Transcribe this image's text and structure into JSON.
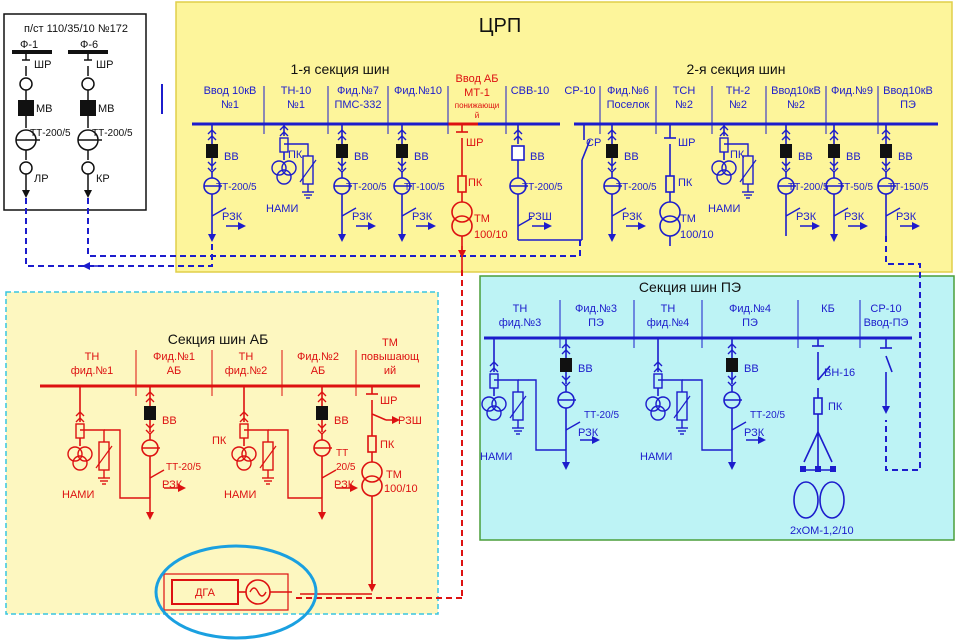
{
  "substation": {
    "title": "п/ст 110/35/10 №172",
    "feeder_1": "Ф-1",
    "feeder_6": "Ф-6",
    "shr_1": "ШР",
    "shr_6": "ШР",
    "mv_1": "МВ",
    "mv_6": "МВ",
    "tt_1": "ТТ-200/5",
    "tt_6": "ТТ-200/5",
    "lr": "ЛР",
    "kr": "КР"
  },
  "crp": {
    "title": "ЦРП",
    "section1_title": "1-я секция шин",
    "section2_title": "2-я секция шин",
    "cells": [
      {
        "line1": "Ввод 10кВ",
        "line2": "№1"
      },
      {
        "line1": "ТН-10",
        "line2": "№1"
      },
      {
        "line1": "Фид.№7",
        "line2": "ПМС-332"
      },
      {
        "line1": "Фид.№10",
        "line2": ""
      },
      {
        "line1": "Ввод АБ",
        "line2": "МТ-1",
        "line3": "понижающи",
        "line4": "й"
      },
      {
        "line1": "СВВ-10",
        "line2": ""
      },
      {
        "line1": "СР-10",
        "line2": ""
      },
      {
        "line1": "Фид.№6",
        "line2": "Поселок"
      },
      {
        "line1": "ТСН",
        "line2": "№2"
      },
      {
        "line1": "ТН-2",
        "line2": "№2"
      },
      {
        "line1": "Ввод10кВ",
        "line2": "№2"
      },
      {
        "line1": "Фид.№9",
        "line2": ""
      },
      {
        "line1": "Ввод10кВ",
        "line2": "ПЭ"
      }
    ],
    "vv": "ВВ",
    "tt_200_5": "ТТ-200/5",
    "tt_100_5": "ТТ-100/5",
    "tt_50_5": "ТТ-50/5",
    "tt_150_5": "ТТ-150/5",
    "rzk": "РЗК",
    "rzsh": "РЗШ",
    "pk": "ПК",
    "nami": "НАМИ",
    "shr": "ШР",
    "sr": "СР",
    "tm": "ТМ",
    "tm_rating": "100/10"
  },
  "ab": {
    "title": "Секция шин АБ",
    "cells": [
      {
        "line1": "ТН",
        "line2": "фид.№1"
      },
      {
        "line1": "Фид.№1",
        "line2": "АБ"
      },
      {
        "line1": "ТН",
        "line2": "фид.№2"
      },
      {
        "line1": "Фид.№2",
        "line2": "АБ"
      },
      {
        "line1": "ТМ",
        "line2": "повышающ",
        "line3": "ий"
      }
    ],
    "vv": "ВВ",
    "pk": "ПК",
    "nami": "НАМИ",
    "tt_20_5": "ТТ-20/5",
    "tt_label": "ТТ",
    "tt_20_5_short": "20/5",
    "rzk": "РЗК",
    "shr": "ШР",
    "rzsh": "РЗШ",
    "tm": "ТМ",
    "tm_rating": "100/10",
    "dga": "ДГА"
  },
  "pe": {
    "title": "Секция шин ПЭ",
    "cells": [
      {
        "line1": "ТН",
        "line2": "фид.№3"
      },
      {
        "line1": "Фид.№3",
        "line2": "ПЭ"
      },
      {
        "line1": "ТН",
        "line2": "фид.№4"
      },
      {
        "line1": "Фид.№4",
        "line2": "ПЭ"
      },
      {
        "line1": "КБ",
        "line2": ""
      },
      {
        "line1": "СР-10",
        "line2": "Ввод-ПЭ"
      }
    ],
    "vv": "ВВ",
    "tt_20_5": "ТТ-20/5",
    "rzk": "РЗК",
    "nami": "НАМИ",
    "vn": "ВН-16",
    "pk": "ПК",
    "om": "2хОМ-1,2/10"
  },
  "colors": {
    "blue": "#1c1ccc",
    "red": "#dd1111",
    "crp_bg": "#fdf59b",
    "ab_bg": "#fdf7c0",
    "pe_bg": "#bdf3f5",
    "highlight": "#1aa0e0"
  }
}
